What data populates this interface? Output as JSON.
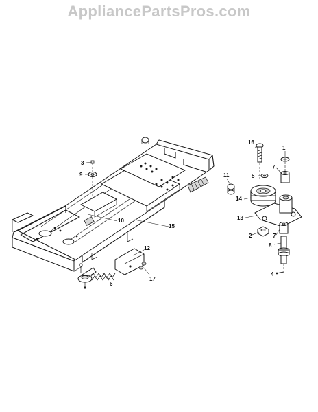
{
  "watermark": "AppliancePartsPros.com",
  "callouts": {
    "c1": "1",
    "c2": "2",
    "c3": "3",
    "c4": "4",
    "c5": "5",
    "c6": "6",
    "c7a": "7",
    "c7b": "7",
    "c8": "8",
    "c9": "9",
    "c10": "10",
    "c11": "11",
    "c12": "12",
    "c13": "13",
    "c14": "14",
    "c15": "15",
    "c16": "16",
    "c17": "17"
  }
}
